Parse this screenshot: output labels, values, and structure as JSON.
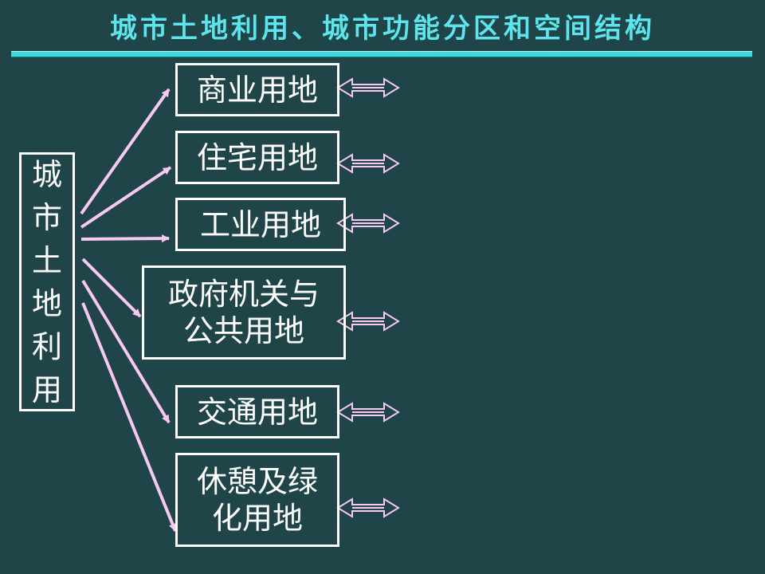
{
  "slide": {
    "title": "城市土地利用、城市功能分区和空间结构"
  },
  "source": {
    "chars": [
      "城",
      "市",
      "土",
      "地",
      "利",
      "用"
    ]
  },
  "categories": [
    {
      "lines": [
        "商业用地"
      ]
    },
    {
      "lines": [
        "住宅用地"
      ]
    },
    {
      "lines": [
        "工业用地"
      ]
    },
    {
      "lines": [
        "政府机关与",
        "公共用地"
      ]
    },
    {
      "lines": [
        "交通用地"
      ]
    },
    {
      "lines": [
        "休憩及绿",
        "化用地"
      ]
    }
  ],
  "colors": {
    "background": "#1f4548",
    "title": "#5ee4ec",
    "title_rule": "#3fd8e0",
    "box_border": "#ffffff",
    "text": "#ffffff",
    "arrow": "#f6c8f2"
  }
}
